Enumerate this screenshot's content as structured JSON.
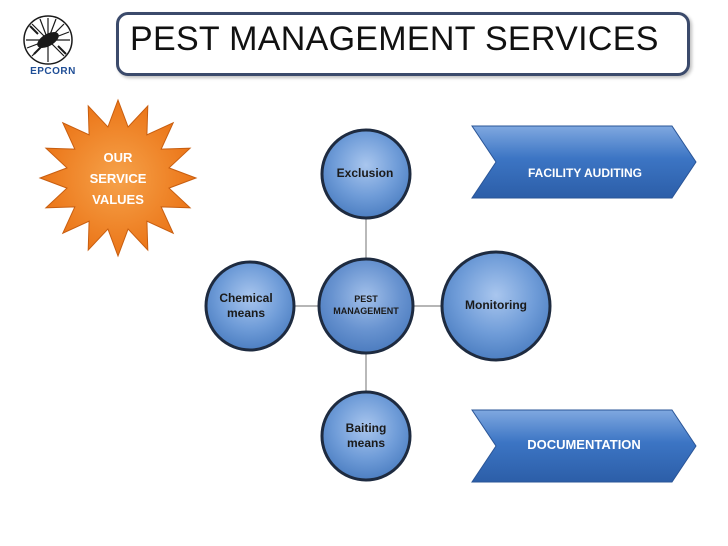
{
  "title": "PEST MANAGEMENT SERVICES",
  "logo": {
    "text": "EPCORN"
  },
  "badge": {
    "lines": [
      "OUR",
      "SERVICE",
      "VALUES"
    ],
    "color": "#f07c1a"
  },
  "hub": {
    "lines": [
      "PEST",
      "MANAGEMENT"
    ]
  },
  "nodes": {
    "exclusion": {
      "lines": [
        "Exclusion"
      ]
    },
    "monitoring": {
      "lines": [
        "Monitoring"
      ]
    },
    "chemical": {
      "lines": [
        "Chemical",
        "means"
      ]
    },
    "baiting": {
      "lines": [
        "Baiting",
        "means"
      ]
    }
  },
  "arrows": {
    "top": {
      "label": "FACILITY AUDITING"
    },
    "bottom": {
      "label": "DOCUMENTATION"
    }
  },
  "colors": {
    "node_fill": "#6c9ad6",
    "node_border": "#1e2b40",
    "arrow_fill": "#3f78c6",
    "title_border": "#3b4a6b"
  }
}
